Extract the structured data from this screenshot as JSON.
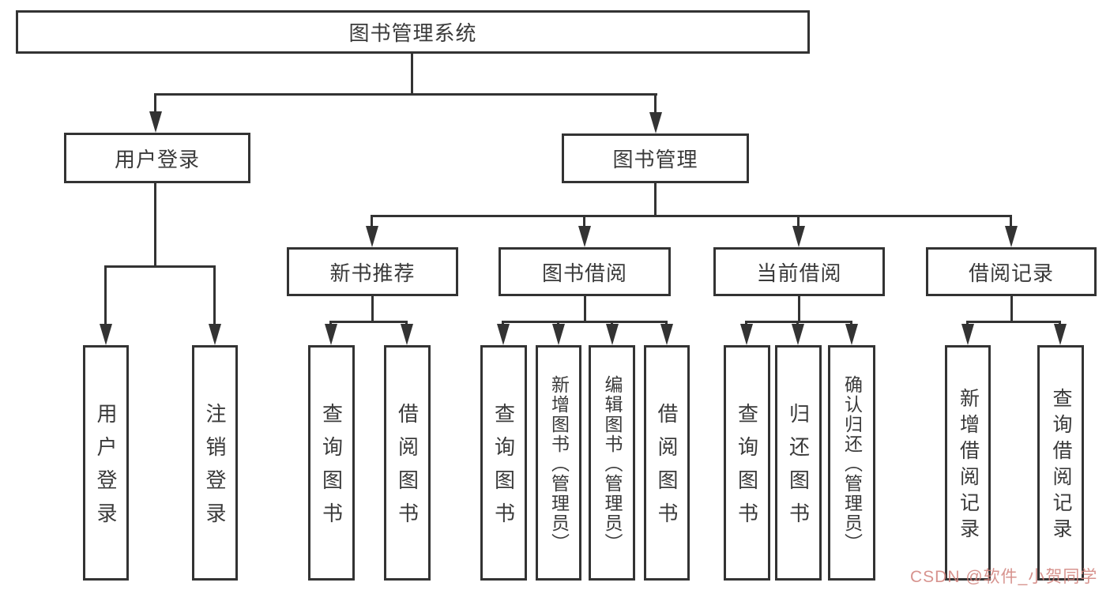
{
  "diagram": {
    "root": {
      "label": "图书管理系统"
    },
    "user_login": {
      "label": "用户登录",
      "children": [
        {
          "label": "用户登录"
        },
        {
          "label": "注销登录"
        }
      ]
    },
    "book_mgmt": {
      "label": "图书管理",
      "sections": [
        {
          "label": "新书推荐",
          "children": [
            {
              "label": "查询图书"
            },
            {
              "label": "借阅图书"
            }
          ]
        },
        {
          "label": "图书借阅",
          "children": [
            {
              "label": "查询图书"
            },
            {
              "label": "新增图书（管理员）"
            },
            {
              "label": "编辑图书（管理员）"
            },
            {
              "label": "借阅图书"
            }
          ]
        },
        {
          "label": "当前借阅",
          "children": [
            {
              "label": "查询图书"
            },
            {
              "label": "归还图书"
            },
            {
              "label": "确认归还（管理员）"
            }
          ]
        },
        {
          "label": "借阅记录",
          "children": [
            {
              "label": "新增借阅记录"
            },
            {
              "label": "查询借阅记录"
            }
          ]
        }
      ]
    }
  },
  "watermark": {
    "text": "CSDN @软件_小贺同学"
  },
  "colors": {
    "line": "#333333",
    "box_border": "#333333",
    "text": "#3a3a3a",
    "watermark": "#d0807a",
    "background": "#ffffff"
  }
}
